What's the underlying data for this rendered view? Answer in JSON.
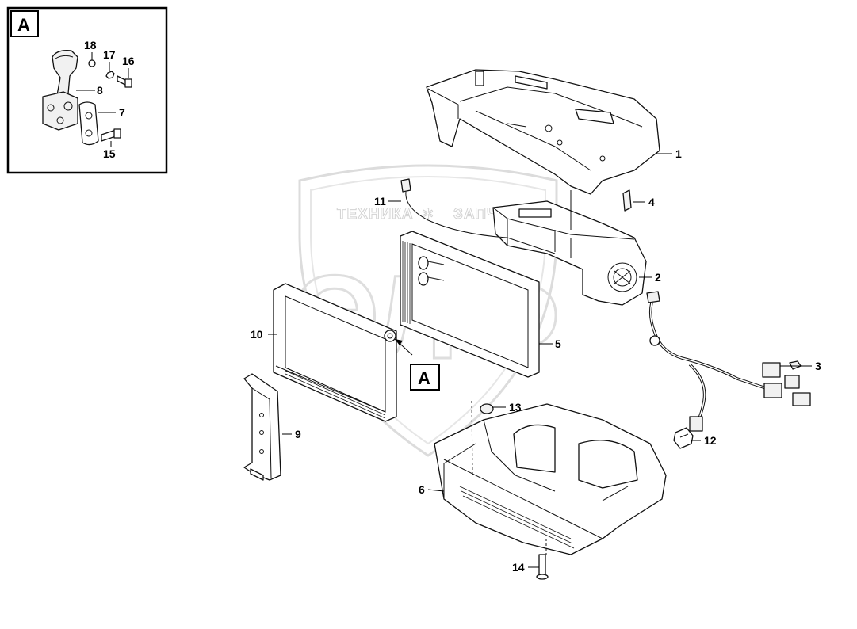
{
  "watermark": {
    "text_left": "ТЕХНИКА",
    "text_right": "ЗАПЧАСТИ",
    "logo_letters": "ЭЛФ"
  },
  "detail_view": {
    "label": "A"
  },
  "view_marker": {
    "label": "A"
  },
  "callouts": {
    "c1": "1",
    "c2": "2",
    "c3": "3",
    "c4": "4",
    "c5": "5",
    "c6": "6",
    "c7": "7",
    "c8": "8",
    "c9": "9",
    "c10": "10",
    "c11": "11",
    "c12": "12",
    "c13": "13",
    "c14": "14",
    "c15": "15",
    "c16": "16",
    "c17": "17",
    "c18": "18"
  }
}
